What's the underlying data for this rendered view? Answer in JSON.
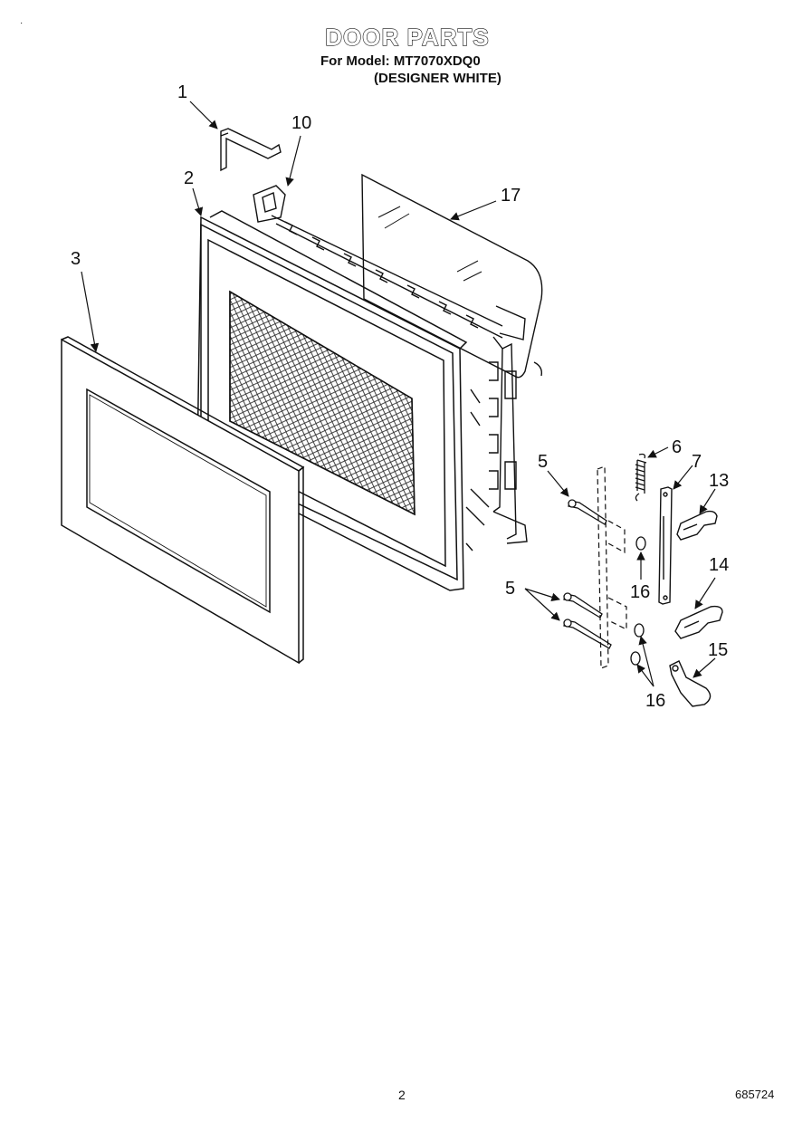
{
  "header": {
    "title": "DOOR PARTS",
    "model_line": "For Model: MT7070XDQ0",
    "finish_line": "(DESIGNER WHITE)"
  },
  "callouts": {
    "c1": "1",
    "c2": "2",
    "c3": "3",
    "c5a": "5",
    "c5b": "5",
    "c6": "6",
    "c7": "7",
    "c10": "10",
    "c13": "13",
    "c14": "14",
    "c15": "15",
    "c16a": "16",
    "c16b": "16",
    "c17": "17"
  },
  "footer": {
    "page_number": "2",
    "document_id": "685724"
  },
  "colors": {
    "line": "#111111",
    "background": "#ffffff"
  }
}
